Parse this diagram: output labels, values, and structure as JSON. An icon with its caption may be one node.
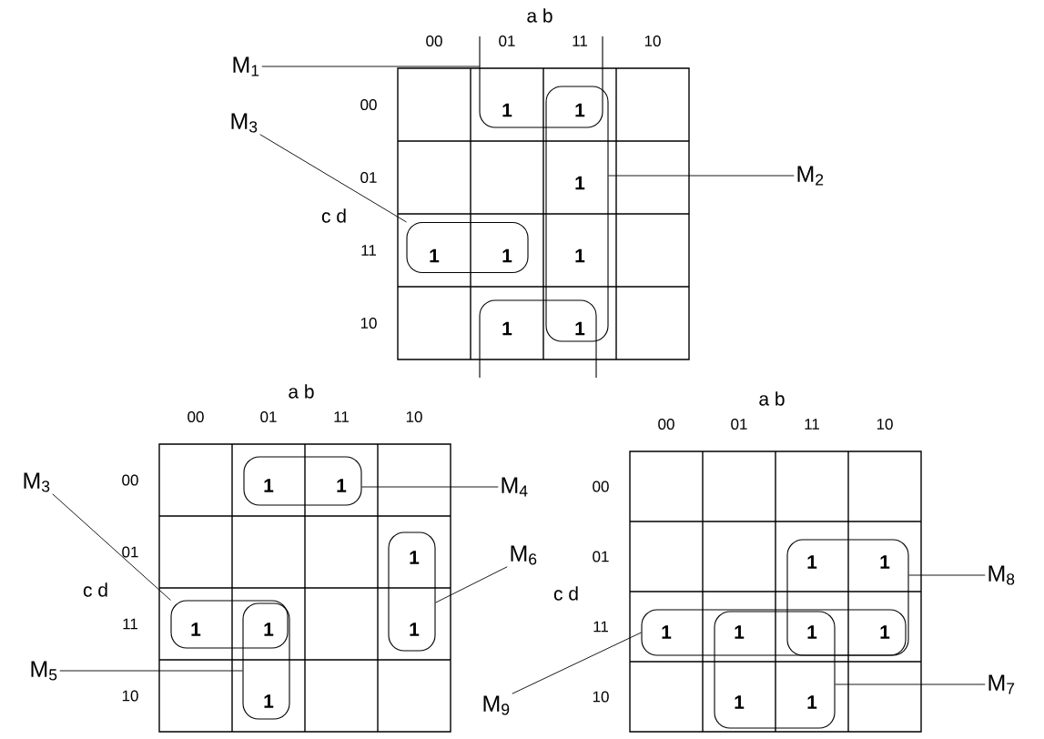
{
  "diagram": {
    "nodes": [
      {
        "text": [
          "M$_{1}$"
        ]
      },
      {
        "text": [],
        "shape": "box"
      },
      {
        "text": [],
        "shape": "box"
      },
      {
        "text": [
          "M$_{2}$"
        ]
      },
      {
        "text": [],
        "shape": "box"
      },
      {
        "text": [
          "M$_{3}$"
        ]
      },
      {
        "text": [],
        "shape": "box"
      },
      {
        "text": [
          "M$_{3}$"
        ]
      },
      {
        "text": [],
        "shape": "box"
      },
      {
        "text": [
          "M$_{4}$"
        ]
      },
      {
        "text": [],
        "shape": "box"
      },
      {
        "text": [
          "M$_{5}$"
        ]
      },
      {
        "text": [],
        "shape": "box"
      },
      {
        "text": [
          "M$_{6}$"
        ]
      },
      {
        "text": [],
        "shape": "box"
      },
      {
        "text": [
          "M$_{8}$"
        ]
      },
      {
        "text": [],
        "shape": "box"
      },
      {
        "text": [
          "M$_{7}$"
        ]
      },
      {
        "text": [],
        "shape": "box"
      },
      {
        "text": [
          "M$_{9}$"
        ]
      },
      {
        "text": [],
        "shape": "box"
      }
    ],
    "edges": [
      {
        "from": 0,
        "to": 1,
        "arrow": "none"
      },
      {
        "from": 3,
        "to": 4,
        "arrow": "none"
      },
      {
        "from": 5,
        "to": 6,
        "arrow": "none"
      },
      {
        "from": 7,
        "to": 8,
        "arrow": "none"
      },
      {
        "from": 9,
        "to": 10,
        "arrow": "none"
      },
      {
        "from": 11,
        "to": 12,
        "arrow": "none"
      },
      {
        "from": 13,
        "to": 14,
        "arrow": "none"
      },
      {
        "from": 15,
        "to": 16,
        "arrow": "none"
      },
      {
        "from": 17,
        "to": 18,
        "arrow": "none"
      },
      {
        "from": 19,
        "to": 20,
        "arrow": "none"
      }
    ],
    "labels": [
      "a b",
      "00",
      "01",
      "11",
      "10",
      "00",
      "1",
      "1",
      "01",
      "1",
      "c d",
      "11",
      "1",
      "1",
      "1",
      "10",
      "1",
      "1",
      "a b",
      "00",
      "01",
      "11",
      "10",
      "00",
      "1",
      "1",
      "01",
      "1",
      "c d",
      "11",
      "1",
      "1",
      "1",
      "10",
      "1",
      "a b",
      "00",
      "01",
      "11",
      "10",
      "00",
      "01",
      "1",
      "1",
      "c d",
      "11",
      "1",
      "1",
      "1",
      "1",
      "10",
      "1",
      "1"
    ]
  }
}
